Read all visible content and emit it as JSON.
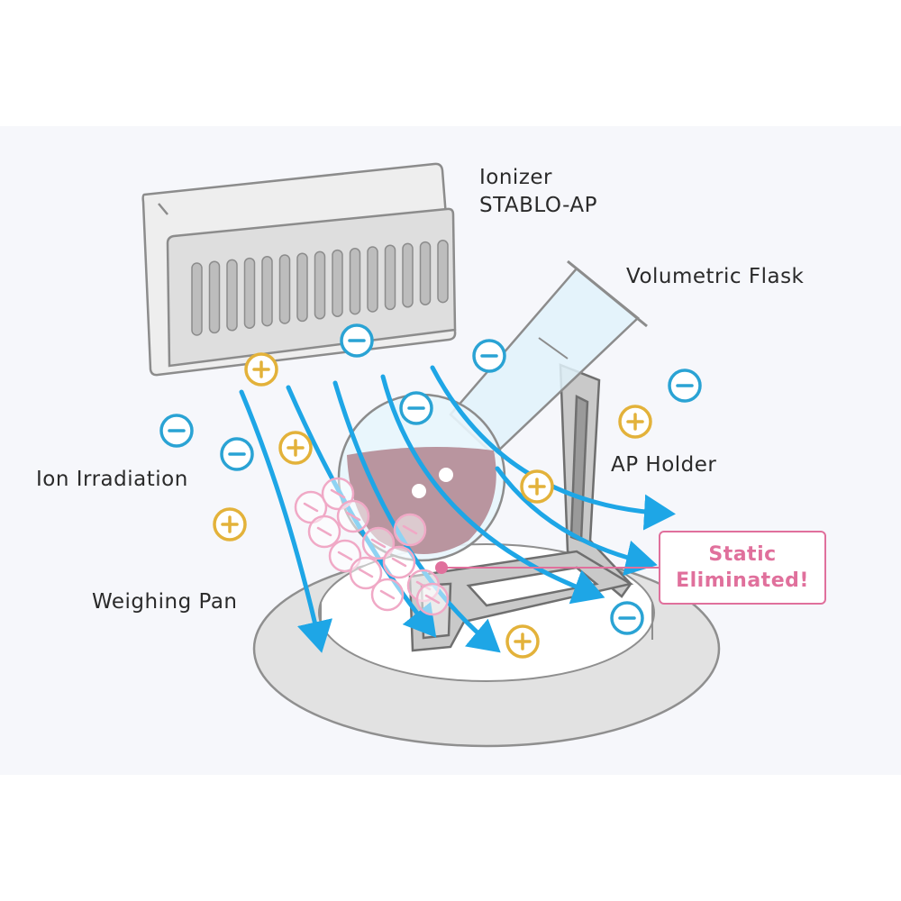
{
  "labels": {
    "ionizer_line1": "Ionizer",
    "ionizer_line2": "STABLO-AP",
    "flask": "Volumetric Flask",
    "holder": "AP Holder",
    "ion_irradiation": "Ion Irradiation",
    "weighing_pan": "Weighing Pan",
    "callout_line1": "Static",
    "callout_line2": "Eliminated!"
  },
  "colors": {
    "background_panel": "#f6f7fb",
    "arrow_blue": "#1ea6e6",
    "negative_ion": "#2aa3d4",
    "positive_ion": "#e3b23a",
    "static_pink": "#e0709c",
    "flask_liquid": "#b9959f",
    "outline_gray": "#8c8c8c"
  },
  "ions": {
    "negative_symbol": "−",
    "positive_symbol": "+"
  }
}
